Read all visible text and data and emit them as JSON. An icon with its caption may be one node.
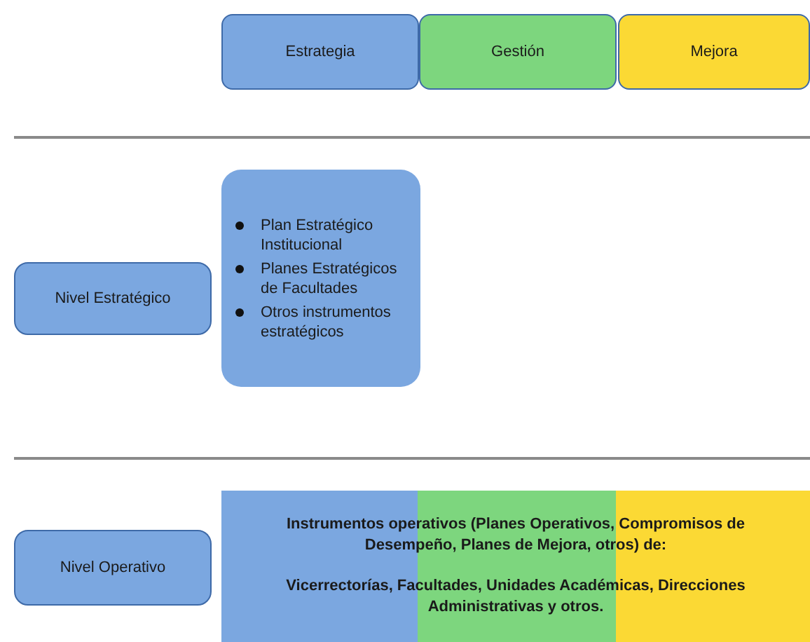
{
  "diagram": {
    "nodes": [
      {
        "text": [
          "Estrategia"
        ]
      },
      {
        "text": [
          "Gestión"
        ]
      },
      {
        "text": [
          "Mejora"
        ]
      },
      {
        "text": [
          "Nivel Estratégico"
        ]
      },
      {
        "text": [
          "Plan Estratégico Institucional",
          "Planes Estratégicos de Facultades",
          "Otros instrumentos estratégicos"
        ]
      },
      {
        "text": [
          "Nivel Operativo"
        ]
      },
      {
        "text": [
          "Instrumentos operativos (Planes Operativos, Compromisos de Desempeño, Planes de Mejora, otros) de:",
          "Vicerrectorías, Facultades, Unidades Académicas, Direcciones Administrativas y otros."
        ]
      }
    ],
    "edges": []
  }
}
